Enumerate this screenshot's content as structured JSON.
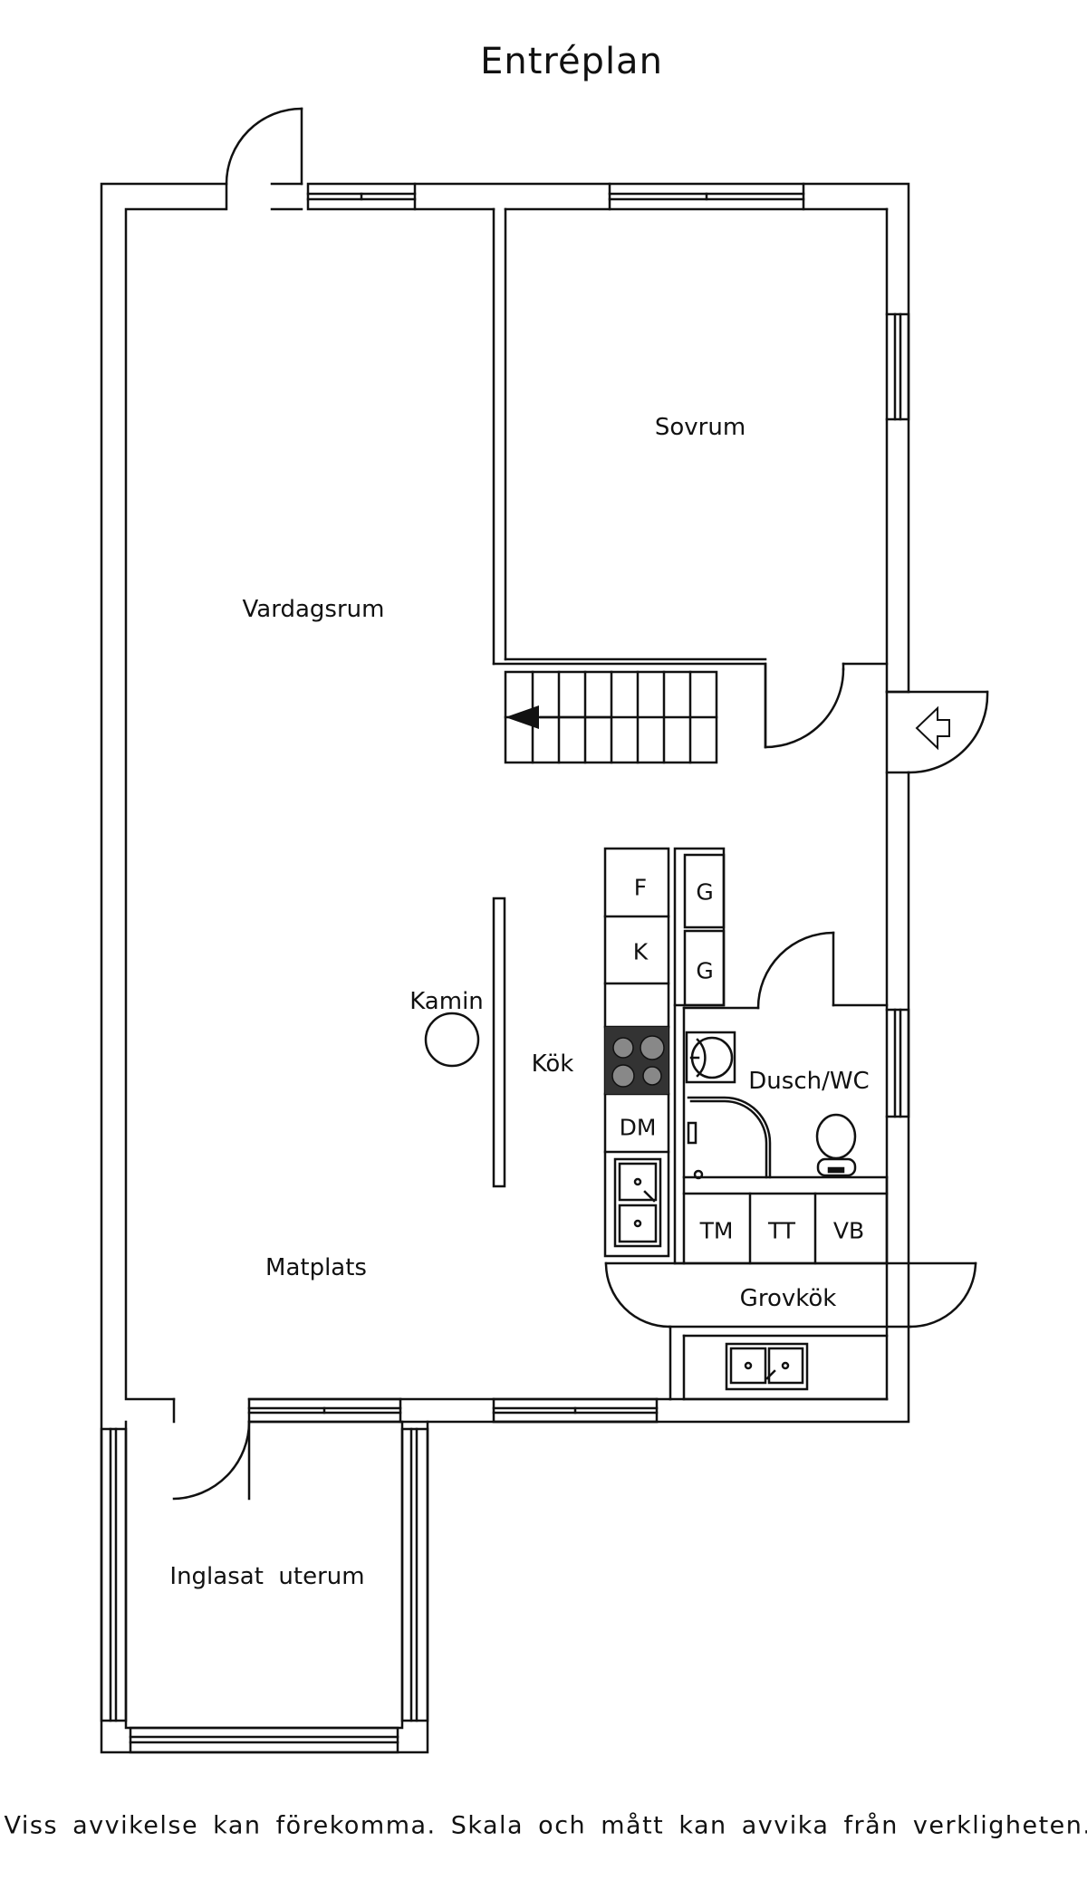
{
  "title": "Entréplan",
  "rooms": {
    "sovrum": "Sovrum",
    "vardagsrum": "Vardagsrum",
    "kamin": "Kamin",
    "kok": "Kök",
    "dusch_wc": "Dusch/WC",
    "matplats": "Matplats",
    "grovkok": "Grovkök",
    "uterum": "Inglasat  uterum"
  },
  "units": {
    "f": "F",
    "k": "K",
    "g1": "G",
    "g2": "G",
    "dm": "DM",
    "tm": "TM",
    "tt": "TT",
    "vb": "VB"
  },
  "footer": "Viss avvikelse kan förekomma. Skala och mått kan avvika från verkligheten.",
  "colors": {
    "line": "#111111",
    "background": "#ffffff",
    "stove": "#555555"
  }
}
